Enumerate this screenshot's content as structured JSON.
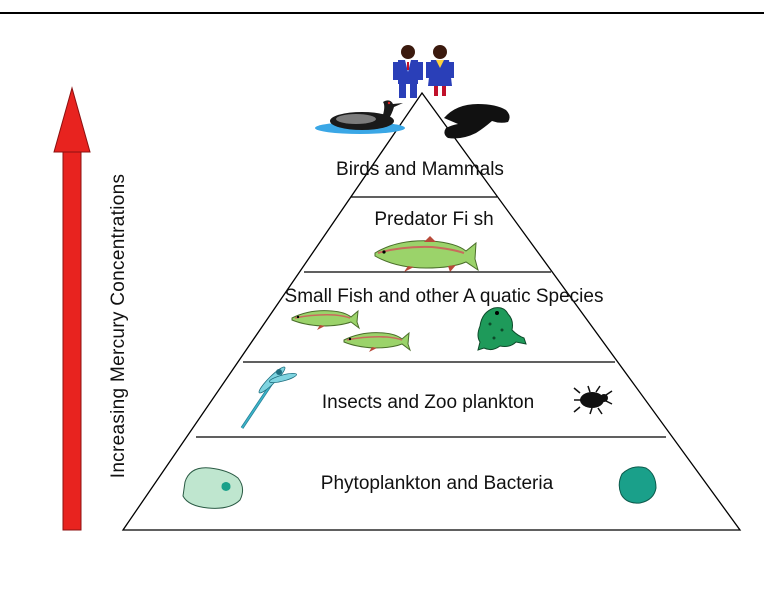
{
  "axis_label": "Increasing Mercury Concentrations",
  "levels": [
    {
      "label": "Birds and Mammals"
    },
    {
      "label": "Predator Fi sh"
    },
    {
      "label": "Small Fish and other A quatic Species"
    },
    {
      "label": "Insects and Zoo plankton"
    },
    {
      "label": "Phytoplankton and Bacteria"
    }
  ],
  "colors": {
    "arrow_fill": "#e8231f",
    "arrow_stroke": "#8c1010",
    "rule": "#000000",
    "fish": "#9bd36a",
    "fish_fin": "#b84a3a",
    "frog": "#1e9a5a",
    "algae": "#bfe6cf",
    "algae_dark": "#1aa08a",
    "dragonfly": "#3bb6c8",
    "human_suit": "#2a3fb8"
  }
}
